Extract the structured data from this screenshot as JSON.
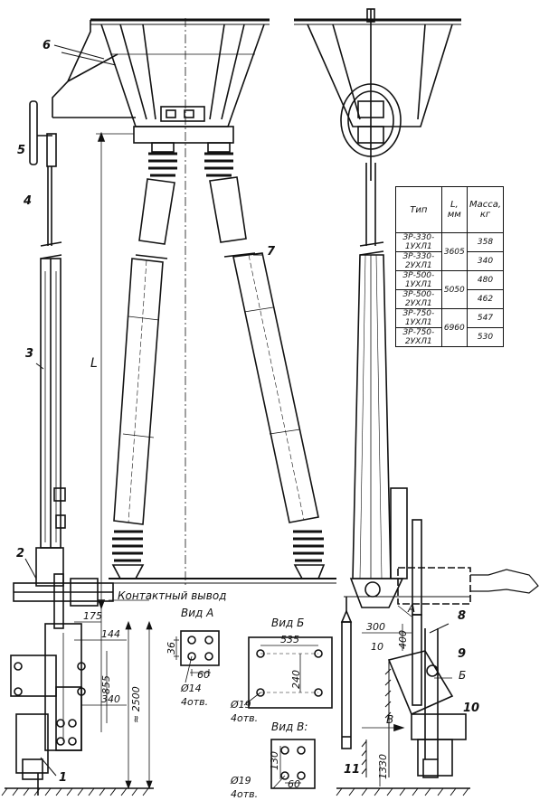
{
  "labels": {
    "parts": [
      "1",
      "2",
      "3",
      "4",
      "5",
      "6",
      "7",
      "8",
      "9",
      "10",
      "11"
    ],
    "L": "L",
    "contact_output": "Контактный вывод",
    "view_a": "Вид А",
    "view_b": "Вид Б",
    "view_v": "Вид В:",
    "arrow_a": "А",
    "arrow_b": "Б",
    "arrow_v": "В",
    "dims": {
      "d175": "175",
      "d144": "144",
      "d855": "855",
      "d340": "340",
      "d2500": "≈ 2500",
      "d36": "36",
      "d60a": "60",
      "d14": "Ø14",
      "holes_a": "4отв.",
      "d535": "535",
      "d240": "240",
      "d19b": "Ø19",
      "holes_b": "4отв.",
      "d130": "130",
      "d60v": "60",
      "d19v": "Ø19",
      "holes_v": "4отв.",
      "d300": "300",
      "d400": "400",
      "d10": "10",
      "d1330": "1330"
    }
  },
  "table": {
    "headers": [
      "Тип",
      "L, мм",
      "Масса, кг"
    ],
    "rows": [
      {
        "type": "ЗР-330-1УХЛ1",
        "L": "3605",
        "mass": "358"
      },
      {
        "type": "ЗР-330-2УХЛ1",
        "L": "",
        "mass": "340"
      },
      {
        "type": "ЗР-500-1УХЛ1",
        "L": "5050",
        "mass": "480"
      },
      {
        "type": "ЗР-500-2УХЛ1",
        "L": "",
        "mass": "462"
      },
      {
        "type": "ЗР-750-1УХЛ1",
        "L": "6960",
        "mass": "547"
      },
      {
        "type": "ЗР-750-2УХЛ1",
        "L": "",
        "mass": "530"
      }
    ]
  }
}
